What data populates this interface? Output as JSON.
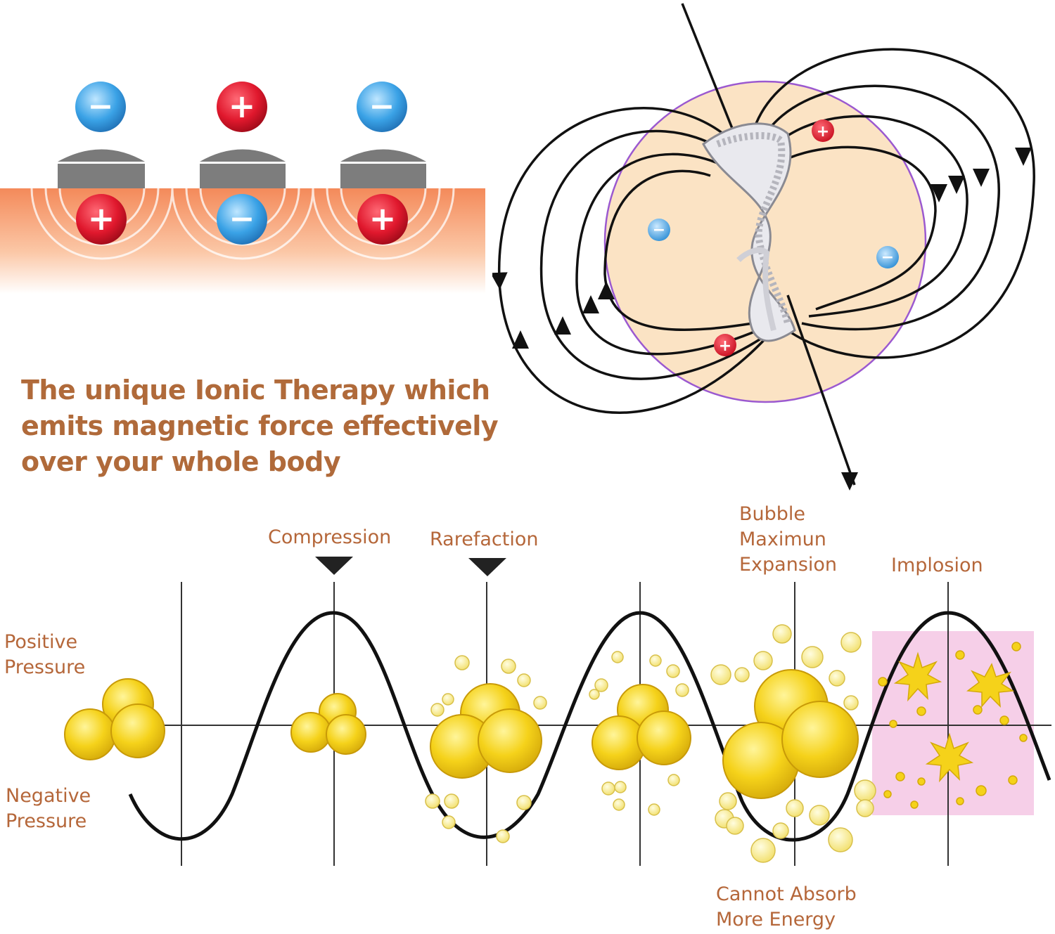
{
  "headline": {
    "line1": "The unique Ionic Therapy which",
    "line2": "emits magnetic force effectively",
    "line3": "over your whole body"
  },
  "ion_symbols": {
    "positive": "+",
    "negative": "−"
  },
  "wave_labels": {
    "positive_pressure": [
      "Positive",
      "Pressure"
    ],
    "negative_pressure": [
      "Negative",
      "Pressure"
    ],
    "compression": "Compression",
    "rarefaction": "Rarefaction",
    "bubble_expansion": [
      "Bubble",
      "Maximun",
      "Expansion"
    ],
    "implosion": "Implosion",
    "cannot_absorb": [
      "Cannot Absorb",
      "More Energy"
    ]
  },
  "colors": {
    "headline": "#b06a3a",
    "label": "#b5673a",
    "positive_ion": "#e0182d",
    "negative_ion": "#3aa2e6",
    "bubble": "#f5d21a",
    "implosion_bg": "#f6cfe8",
    "field_circle": "#fbe3c4",
    "field_circle_border": "#9b59d0"
  }
}
